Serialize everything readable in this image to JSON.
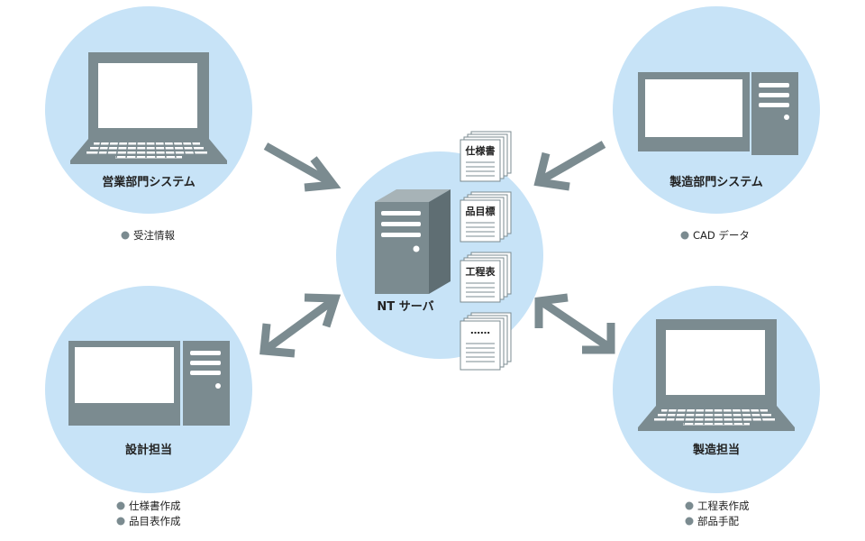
{
  "colors": {
    "circle": "#c7e3f7",
    "device": "#7b8b90",
    "screen": "#ffffff",
    "arrow": "#7b8b90",
    "bullet": "#7b8b90",
    "text": "#222222"
  },
  "server": {
    "label": "NT サーバ",
    "documents": [
      "仕様書",
      "品目標",
      "工程表",
      "……"
    ]
  },
  "sales": {
    "label": "営業部門システム",
    "notes": [
      "受注情報"
    ],
    "device": "laptop-icon",
    "flow": "to-server"
  },
  "manufacturing_system": {
    "label": "製造部門システム",
    "notes": [
      "CAD データ"
    ],
    "device": "desktop-computer-icon",
    "flow": "to-server"
  },
  "design": {
    "label": "設計担当",
    "notes": [
      "仕様書作成",
      "品目表作成"
    ],
    "device": "desktop-computer-icon",
    "flow": "bidirectional"
  },
  "manufacturing_staff": {
    "label": "製造担当",
    "notes": [
      "工程表作成",
      "部品手配"
    ],
    "device": "laptop-icon",
    "flow": "bidirectional"
  }
}
